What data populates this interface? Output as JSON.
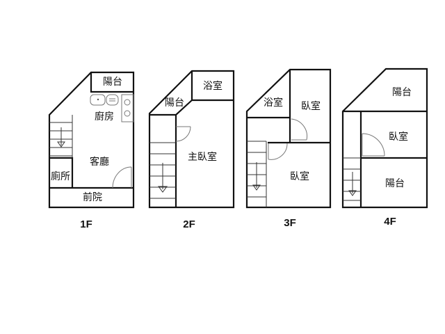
{
  "floors": [
    {
      "label": "1F",
      "rooms": [
        "陽台",
        "廚房",
        "客廳",
        "廁所",
        "前院"
      ]
    },
    {
      "label": "2F",
      "rooms": [
        "浴室",
        "陽台",
        "主臥室"
      ]
    },
    {
      "label": "3F",
      "rooms": [
        "浴室",
        "臥室",
        "臥室"
      ]
    },
    {
      "label": "4F",
      "rooms": [
        "陽台",
        "臥室",
        "陽台"
      ]
    }
  ]
}
